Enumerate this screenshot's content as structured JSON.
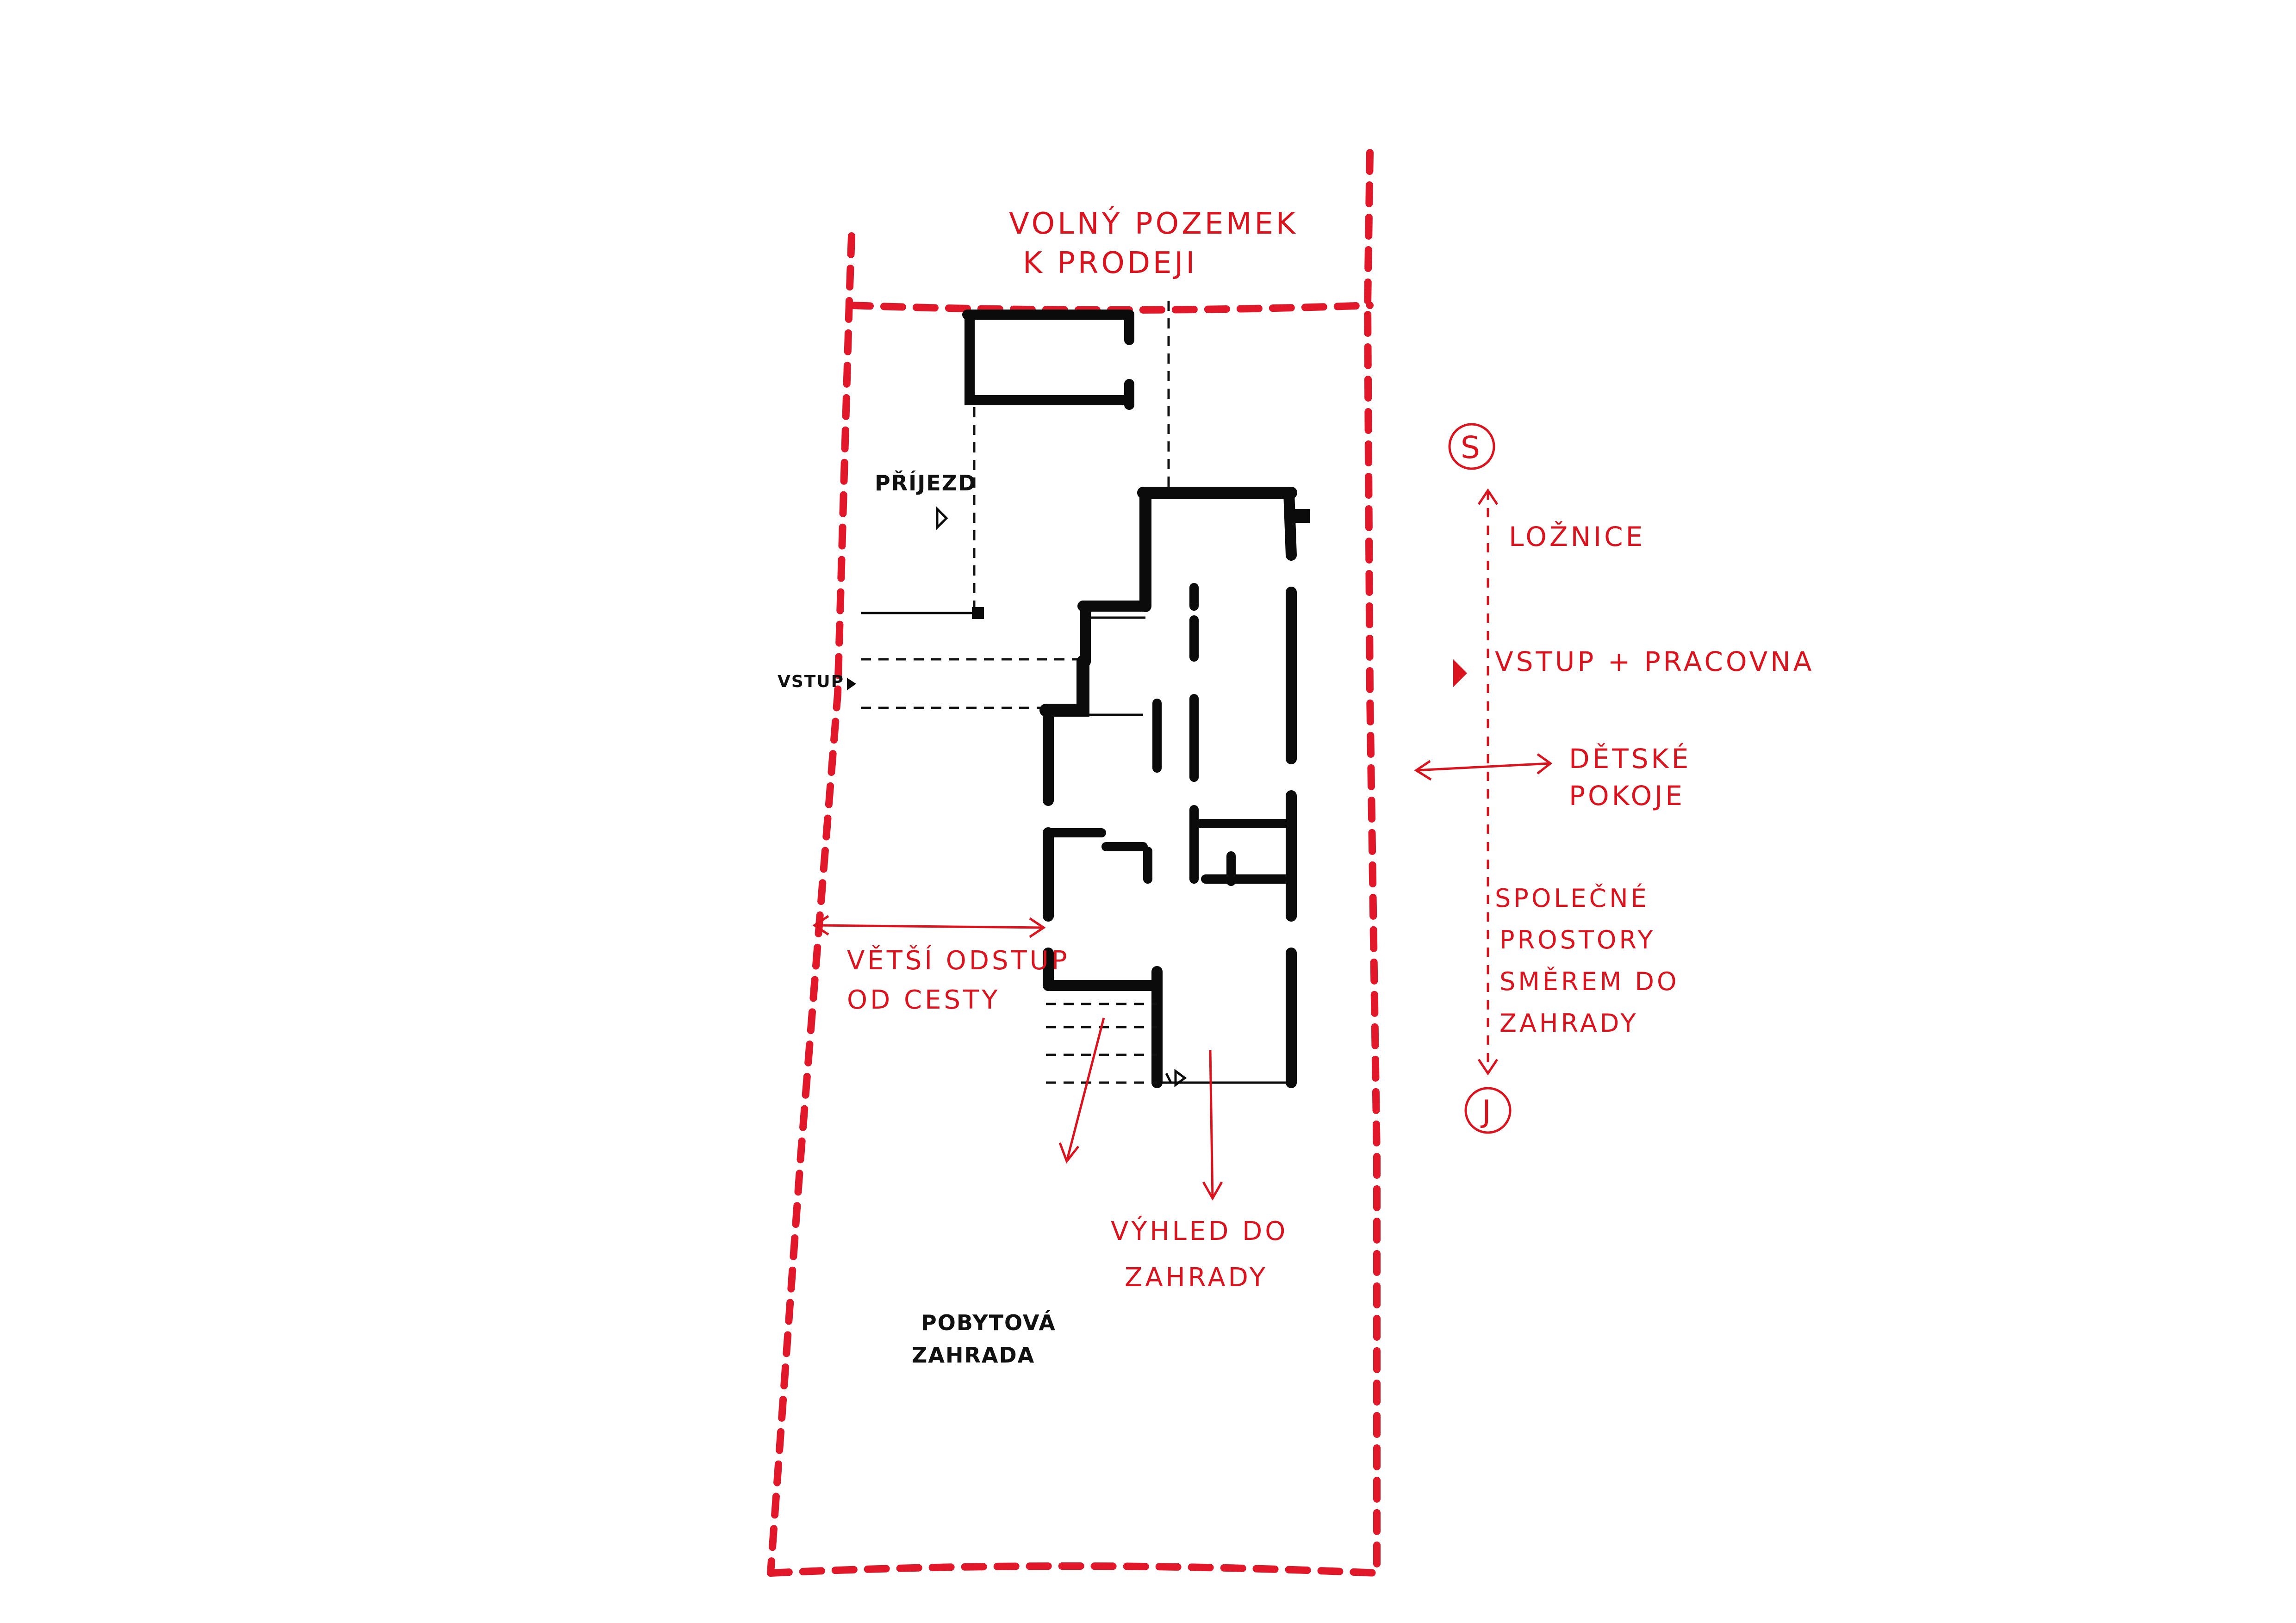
{
  "labels": {
    "free_plot": "VOLNÝ POZEMEK",
    "for_sale": "K PRODEJI",
    "driveway": "PŘÍJEZD",
    "entrance_left": "VSTUP",
    "setback_1": "VĚTŠÍ ODSTUP",
    "setback_2": "OD CESTY",
    "view_1": "VÝHLED DO",
    "view_2": "ZAHRADY",
    "garden_1": "POBYTOVÁ",
    "garden_2": "ZAHRADA"
  },
  "orientation": {
    "north": "S",
    "south": "J",
    "zones": {
      "bedrooms": "LOŽNICE",
      "entrance_study": "VSTUP + PRACOVNA",
      "children_1": "DĚTSKÉ",
      "children_2": "POKOJE",
      "common_1": "SPOLEČNÉ",
      "common_2": "PROSTORY",
      "common_3": "SMĚREM DO",
      "common_4": "ZAHRADY"
    }
  },
  "colors": {
    "ink": "#0b0b0b",
    "marker_red": "#d9141e"
  }
}
